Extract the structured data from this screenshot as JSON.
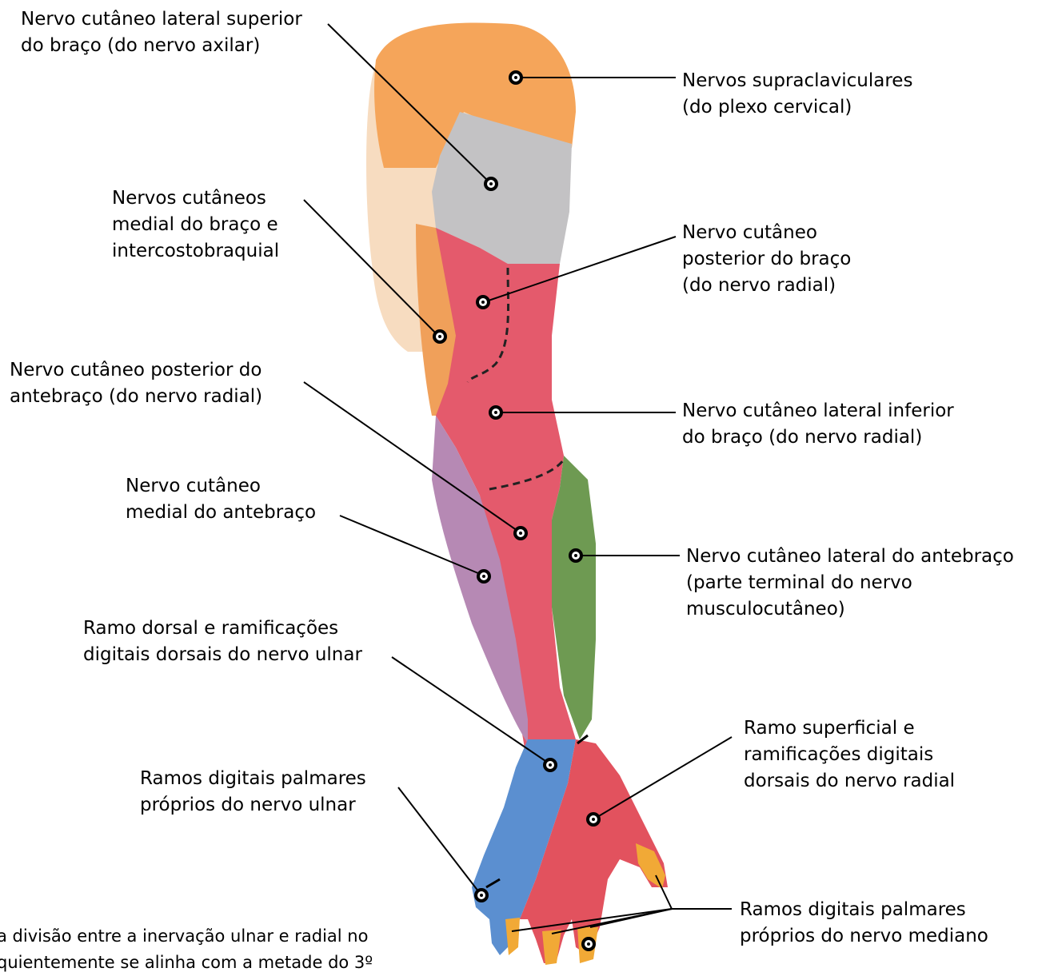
{
  "labels": {
    "axillary": [
      "Nervo cutâneo lateral superior",
      "do braço (do nervo axilar)"
    ],
    "supraclavicular": [
      "Nervos supraclaviculares",
      "(do plexo cervical)"
    ],
    "medial_arm": [
      "Nervos cutâneos",
      "medial do braço e",
      "intercostobraquial"
    ],
    "posterior_arm": [
      "Nervo cutâneo",
      "posterior do braço",
      "(do nervo radial)"
    ],
    "posterior_forearm": [
      "Nervo cutâneo posterior do",
      "antebraço (do nervo radial)"
    ],
    "inferior_lateral_arm": [
      "Nervo cutâneo lateral inferior",
      "do braço (do nervo radial)"
    ],
    "medial_forearm": [
      "Nervo cutâneo",
      "medial do antebraço"
    ],
    "lateral_forearm": [
      "Nervo cutâneo lateral do antebraço",
      "(parte terminal do nervo",
      "musculocutâneo)"
    ],
    "ulnar_dorsal": [
      "Ramo dorsal e ramificações",
      "digitais dorsais do nervo ulnar"
    ],
    "radial_superficial": [
      "Ramo superficial e",
      "ramificações digitais",
      "dorsais do nervo radial"
    ],
    "ulnar_palmar": [
      "Ramos digitais palmares",
      "próprios do nervo ulnar"
    ],
    "median_palmar": [
      "Ramos digitais palmares",
      "próprios do nervo mediano"
    ],
    "footnote": "a divisão entre a inervação ulnar e radial no",
    "footnote_2": "quientemente se alinha com a metade do 3º"
  },
  "colors": {
    "supraclavicular": "#f5a55a",
    "axillary": "#c3c2c4",
    "medial_arm": "#f0a05a",
    "radial": "#e45a6c",
    "medial_forearm": "#b689b4",
    "lateral_forearm": "#6e9a52",
    "ulnar": "#5b8fd0",
    "median": "#f1a936",
    "skin": "#f6d9b8"
  }
}
